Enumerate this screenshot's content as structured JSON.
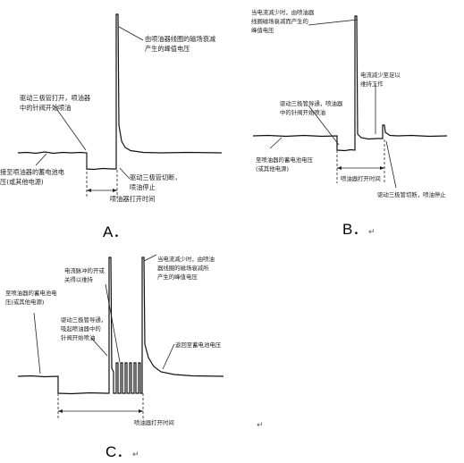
{
  "panels": [
    {
      "caption": "A．",
      "annotations": [
        [
          "由喷油器线圈的磁场衰减",
          "产生的峰值电压"
        ],
        [
          "驱动三极管打开，喷油器",
          "中的针阀开始喷油"
        ],
        [
          "接至喷油器的蓄电池电",
          "压(或其他电源)"
        ],
        [
          "驱动三极管切断，",
          "喷油停止"
        ],
        [
          "喷油器打开时间"
        ]
      ]
    },
    {
      "caption": "B．",
      "paragraph_mark": "↵",
      "annotations": [
        [
          "当电流减少时，由喷油器",
          "线圈磁场衰减而产生的",
          "峰值电压"
        ],
        [
          "电流减少至足以",
          "维持工作"
        ],
        [
          "驱动三极管导通，喷油器",
          "中的针阀开始喷油"
        ],
        [
          "至喷油器的蓄电池电压",
          "(或其他电源)"
        ],
        [
          "喷油器打开时间"
        ],
        [
          "驱动三极管切断，喷油停止"
        ]
      ]
    },
    {
      "caption": "C．",
      "paragraph_mark": "↵",
      "annotations": [
        [
          "当电流减少时，由喷油",
          "器线圈的磁场衰减所",
          "产生的峰值电压"
        ],
        [
          "电流脉冲的开或",
          "关得以维持"
        ],
        [
          "至喷油器的蓄电池电",
          "压(或其他电源)"
        ],
        [
          "驱动三极管导通，",
          "吸起喷油器中的",
          "针阀开始喷油"
        ],
        [
          "返回至蓄电池电压"
        ],
        [
          "喷油器打开时间"
        ]
      ]
    }
  ],
  "stray_mark": "↵"
}
